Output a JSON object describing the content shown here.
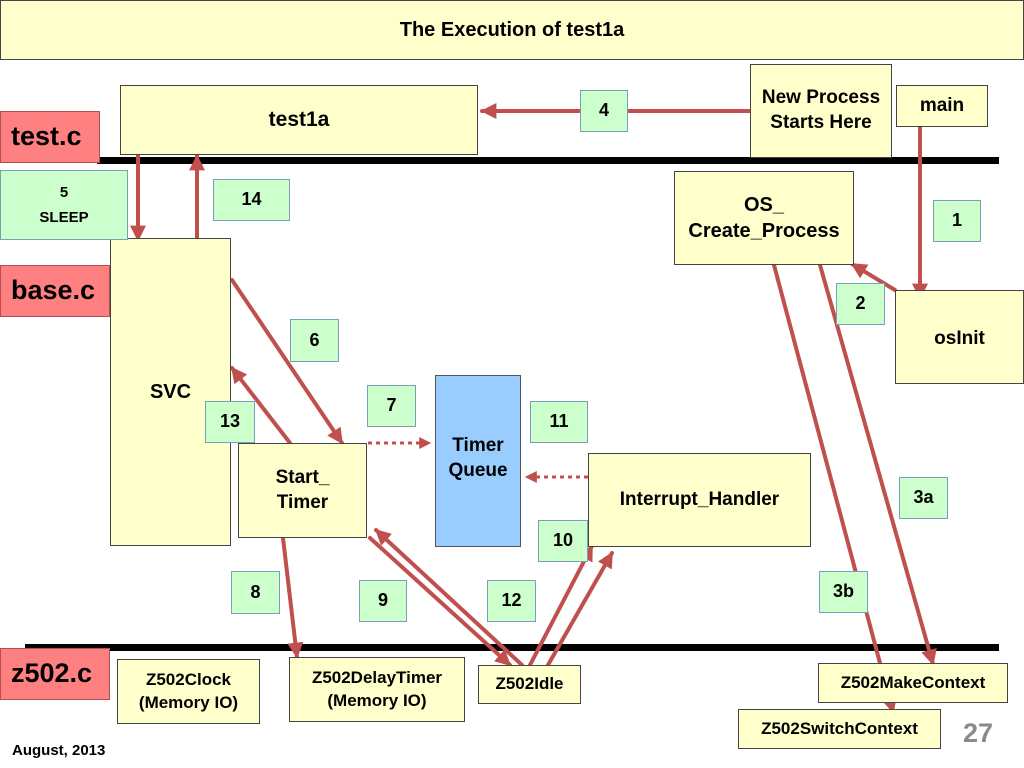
{
  "title": "The Execution of test1a",
  "sections": {
    "test_c": "test.c",
    "base_c": "base.c",
    "z502_c": "z502.c"
  },
  "boxes": {
    "test1a": "test1a",
    "new_process": "New Process\nStarts Here",
    "main": "main",
    "os_create_process": "OS_\nCreate_Process",
    "osinit": "osInit",
    "svc": "SVC",
    "start_timer": "Start_\nTimer",
    "timer_queue": "Timer\nQueue",
    "interrupt_handler": "Interrupt_Handler",
    "z502clock": "Z502Clock\n(Memory IO)",
    "z502delaytimer": "Z502DelayTimer\n(Memory IO)",
    "z502idle": "Z502Idle",
    "z502makecontext": "Z502MakeContext",
    "z502switchcontext": "Z502SwitchContext"
  },
  "steps": {
    "s1": "1",
    "s2": "2",
    "s3a": "3a",
    "s3b": "3b",
    "s4": "4",
    "s5_num": "5",
    "s5_label": "SLEEP",
    "s6": "6",
    "s7": "7",
    "s8": "8",
    "s9": "9",
    "s10": "10",
    "s11": "11",
    "s12": "12",
    "s13": "13",
    "s14": "14"
  },
  "footer": {
    "date": "August, 2013",
    "page": "27"
  },
  "colors": {
    "arrow": "#c0504d",
    "yellow_box": "#ffffcc",
    "green_box": "#ccffcc",
    "pink_label": "#ff8080",
    "timer_queue": "#99ccff"
  }
}
